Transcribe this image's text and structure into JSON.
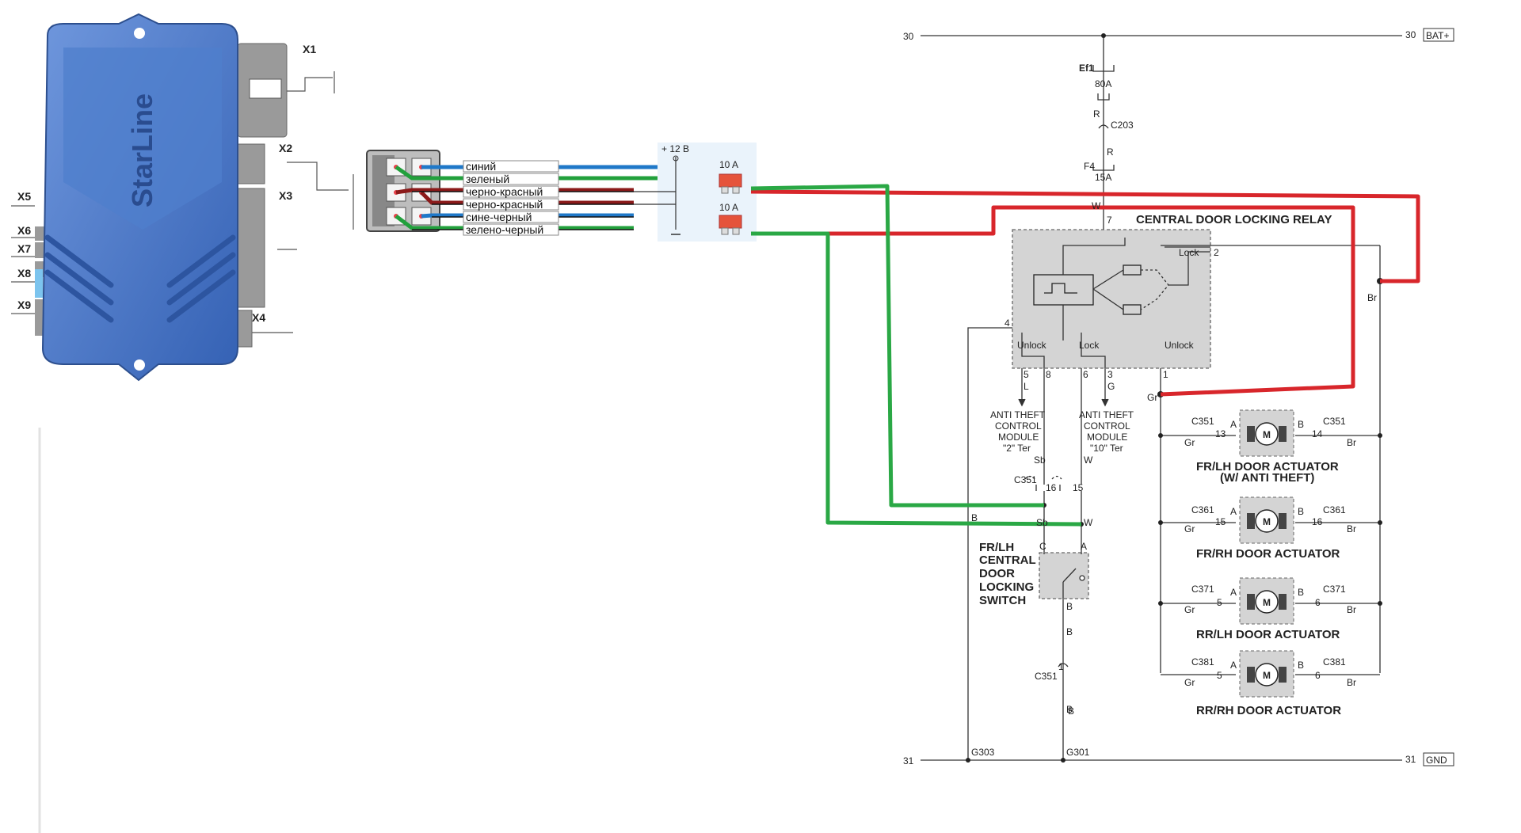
{
  "unit": {
    "brand": "StarLine",
    "connectors": [
      "X1",
      "X2",
      "X3",
      "X4",
      "X5",
      "X6",
      "X7",
      "X8",
      "X9"
    ]
  },
  "harness": {
    "wires": [
      {
        "label": "синий",
        "color": "#1f78c8"
      },
      {
        "label": "зеленый",
        "color": "#22a03c"
      },
      {
        "label": "черно-красный",
        "color": "#8b1a1a"
      },
      {
        "label": "черно-красный",
        "color": "#8b1a1a"
      },
      {
        "label": "сине-черный",
        "color": "#1f78c8"
      },
      {
        "label": "зелено-черный",
        "color": "#22a03c"
      }
    ],
    "supply_label": "+ 12 В",
    "fuses": [
      "10 A",
      "10 A"
    ]
  },
  "schematic": {
    "rail_top": {
      "left": "30",
      "right": "30",
      "tag": "BAT+"
    },
    "rail_bottom": {
      "left": "31",
      "right": "31",
      "tag": "GND"
    },
    "fuse_ef1": {
      "name": "Ef1",
      "rating": "80A"
    },
    "conn_c203": "C203",
    "fuse_f4": {
      "name": "F4",
      "rating": "15A"
    },
    "wire_r1": "R",
    "wire_r2": "R",
    "wire_w": "W",
    "relay": {
      "title": "CENTRAL DOOR LOCKING RELAY",
      "pin_top": "7",
      "lock_label": "Lock",
      "lock_pin": "2",
      "pin_left": "4",
      "unlock_left": "Unlock",
      "lock_mid": "Lock",
      "unlock_right": "Unlock",
      "pins_bottom": [
        "5",
        "8",
        "6",
        "3",
        "1"
      ],
      "wire_L": "L",
      "wire_G": "G"
    },
    "anti_theft_left": [
      "ANTI THEFT",
      "CONTROL",
      "MODULE",
      "\"2\" Ter"
    ],
    "anti_theft_right": [
      "ANTI THEFT",
      "CONTROL",
      "MODULE",
      "\"10\" Ter"
    ],
    "wire_sb": "Sb",
    "wire_w2": "W",
    "conn_c351": {
      "name": "C351",
      "pin_a": "16",
      "pin_b": "15"
    },
    "wire_b_left": "B",
    "wire_sb2": "Sb",
    "wire_w3": "W",
    "switch": {
      "lines": [
        "FR/LH",
        "CENTRAL",
        "DOOR",
        "LOCKING",
        "SWITCH"
      ],
      "pin_c": "C",
      "pin_a": "A",
      "pin_b": "B"
    },
    "wire_b2": "B",
    "wire_b3": "B",
    "conn_c351_lower": {
      "name": "C351",
      "pin": "1"
    },
    "wire_b4": "B",
    "grounds": [
      "G303",
      "G301"
    ],
    "wire_br": "Br",
    "wire_gr": "Gr",
    "actuators": [
      {
        "title": "FR/LH DOOR ACTUATOR",
        "subtitle": "(W/ ANTI THEFT)",
        "conn_l": "C351",
        "pin_l": "13",
        "conn_r": "C351",
        "pin_r": "14",
        "gr": "Gr",
        "br": "Br",
        "a": "A",
        "b": "B",
        "m": "M"
      },
      {
        "title": "FR/RH DOOR ACTUATOR",
        "subtitle": "",
        "conn_l": "C361",
        "pin_l": "15",
        "conn_r": "C361",
        "pin_r": "16",
        "gr": "Gr",
        "br": "Br",
        "a": "A",
        "b": "B",
        "m": "M"
      },
      {
        "title": "RR/LH DOOR ACTUATOR",
        "subtitle": "",
        "conn_l": "C371",
        "pin_l": "5",
        "conn_r": "C371",
        "pin_r": "6",
        "gr": "Gr",
        "br": "Br",
        "a": "A",
        "b": "B",
        "m": "M"
      },
      {
        "title": "RR/RH DOOR ACTUATOR",
        "subtitle": "",
        "conn_l": "C381",
        "pin_l": "5",
        "conn_r": "C381",
        "pin_r": "6",
        "gr": "Gr",
        "br": "Br",
        "a": "A",
        "b": "B",
        "m": "M"
      }
    ]
  },
  "colors": {
    "red_wire": "#d8262b",
    "green_wire": "#2aa845",
    "unit_blue": "#3f72c4",
    "relay_fill": "#d4d4d4"
  }
}
